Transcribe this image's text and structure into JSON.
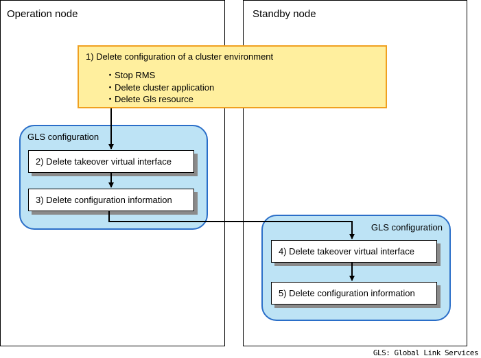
{
  "operation_node": {
    "title": "Operation node"
  },
  "standby_node": {
    "title": "Standby node"
  },
  "cluster_step": {
    "title": "1) Delete configuration of a cluster environment",
    "bullets": [
      "・Stop RMS",
      "・Delete cluster application",
      "・Delete Gls resource"
    ]
  },
  "operation_gls": {
    "title": "GLS configuration",
    "steps": [
      "2) Delete takeover virtual interface",
      "3) Delete configuration information"
    ]
  },
  "standby_gls": {
    "title": "GLS configuration",
    "steps": [
      "4) Delete takeover virtual interface",
      "5) Delete configuration information"
    ]
  },
  "footnote": "GLS: Global Link Services",
  "colors": {
    "gls_fill": "#bde3f5",
    "gls_border": "#2a6ec8",
    "config_fill": "#ffef9e",
    "config_border": "#f0a020",
    "shadow": "#8a8a8a"
  }
}
